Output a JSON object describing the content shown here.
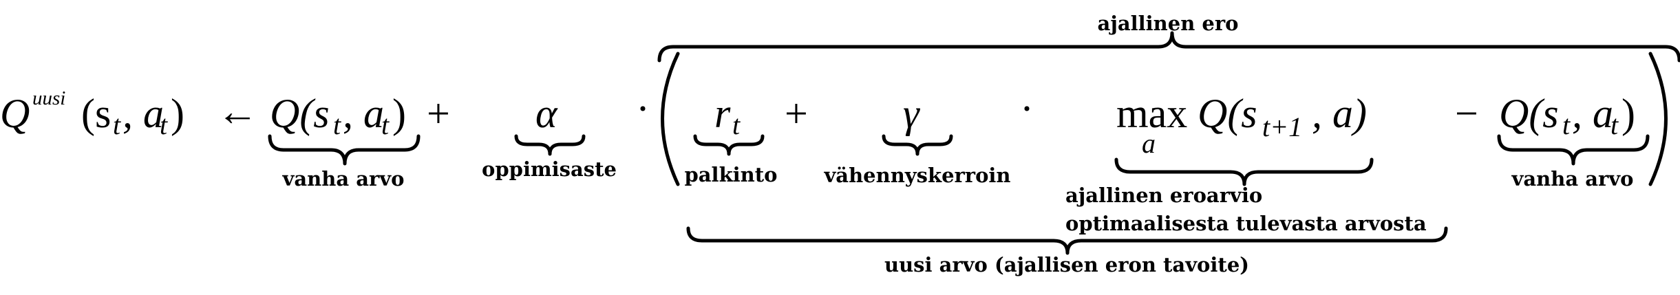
{
  "formula": {
    "q_new": "Q",
    "q_new_sup": "uusi",
    "q_new_args": "(s",
    "t_sub": "t",
    "comma_a": ", a",
    "close_paren": ")",
    "arrow": "←",
    "q_old": "Q(s",
    "plus": "+",
    "alpha": "α",
    "cdot": "·",
    "r": "r",
    "gamma": "γ",
    "max": "max",
    "max_sub": "a",
    "q_next": "Q(s",
    "t_plus_1": "t+1",
    "comma_a_paren": ", a)",
    "minus": "−"
  },
  "labels": {
    "vanha_arvo_1": "vanha arvo",
    "oppimisaste": "oppimisaste",
    "palkinto": "palkinto",
    "vahennyskerroin": "vähennyskerroin",
    "ajallinen_eroarvio_line1": "ajallinen eroarvio",
    "ajallinen_eroarvio_line2": "optimaalisesta tulevasta arvosta",
    "vanha_arvo_2": "vanha arvo",
    "ajallinen_ero": "ajallinen ero",
    "uusi_arvo": "uusi arvo (ajallisen eron tavoite)"
  }
}
